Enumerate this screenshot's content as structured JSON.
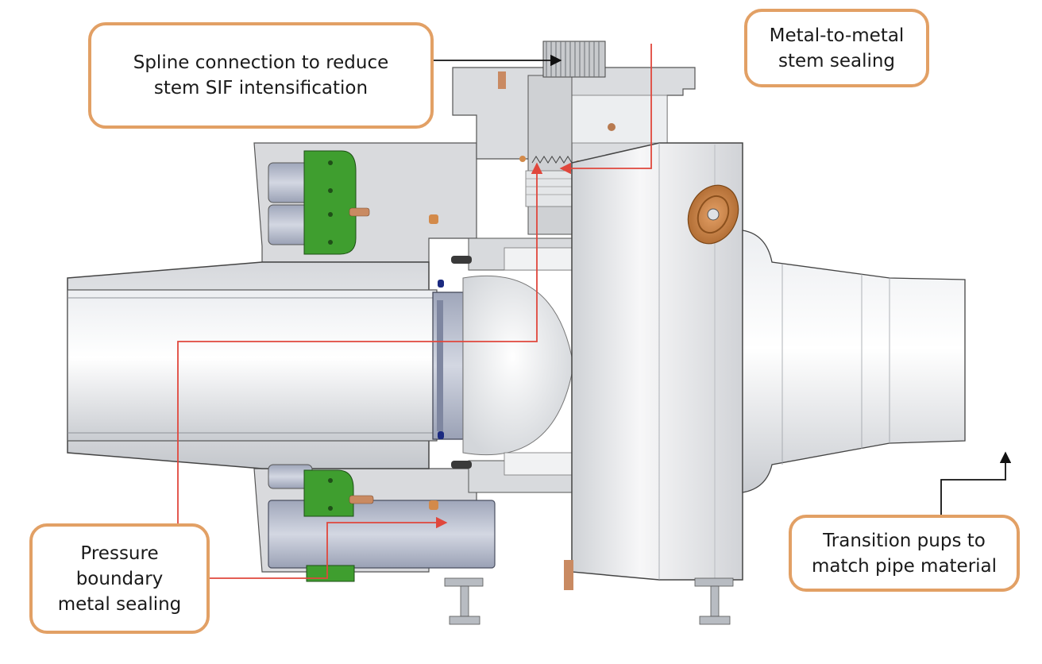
{
  "callouts": {
    "spline": {
      "line1": "Spline connection to reduce",
      "line2": "stem SIF intensification"
    },
    "stem": {
      "line1": "Metal-to-metal",
      "line2": "stem sealing"
    },
    "pressure": {
      "line1": "Pressure",
      "line2": "boundary",
      "line3": "metal sealing"
    },
    "pups": {
      "line1": "Transition pups to",
      "line2": "match pipe material"
    }
  },
  "colors": {
    "callout_border": "#e2a065",
    "body_metal": "#d9dadd",
    "bore_blue": "#b9bfcf",
    "clamp_green": "#3f9e2f",
    "bolt_copper": "#c98a62",
    "seal_red_line": "#e0473c",
    "leader_black": "#111111"
  },
  "icons": {
    "valve": "ball-valve-cross-section",
    "arrow": "arrowhead"
  }
}
